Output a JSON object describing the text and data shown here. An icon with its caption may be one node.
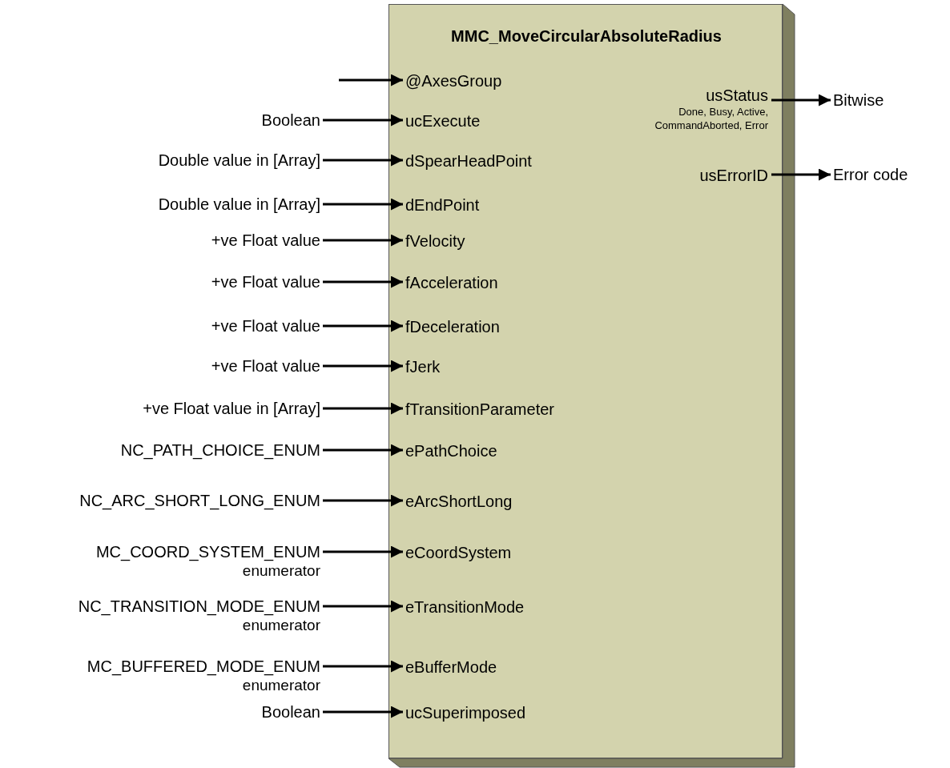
{
  "diagram": {
    "nodes": [
      {
        "text": [
          "MMC_MoveCircularAbsoluteRadius"
        ]
      },
      {
        "text": [
          "@AxesGroup"
        ],
        "in": 0
      },
      {
        "text": [
          "ucExecute"
        ],
        "in": 0
      },
      {
        "text": [
          "dSpearHeadPoint"
        ],
        "in": 0
      },
      {
        "text": [
          "dEndPoint"
        ],
        "in": 0
      },
      {
        "text": [
          "fVelocity"
        ],
        "in": 0
      },
      {
        "text": [
          "fAcceleration"
        ],
        "in": 0
      },
      {
        "text": [
          "fDeceleration"
        ],
        "in": 0
      },
      {
        "text": [
          "fJerk"
        ],
        "in": 0
      },
      {
        "text": [
          "fTransitionParameter"
        ],
        "in": 0
      },
      {
        "text": [
          "ePathChoice"
        ],
        "in": 0
      },
      {
        "text": [
          "eArcShortLong"
        ],
        "in": 0
      },
      {
        "text": [
          "eCoordSystem"
        ],
        "in": 0
      },
      {
        "text": [
          "eTransitionMode"
        ],
        "in": 0
      },
      {
        "text": [
          "eBufferMode"
        ],
        "in": 0
      },
      {
        "text": [
          "ucSuperimposed"
        ],
        "in": 0
      },
      {
        "text": [
          "usStatus",
          "Done, Busy, Active, CommandAborted, Error"
        ],
        "in": 0
      },
      {
        "text": [
          "usErrorID"
        ],
        "in": 0
      },
      {
        "text": [
          "Boolean"
        ]
      },
      {
        "text": [
          "Double value in [Array]"
        ]
      },
      {
        "text": [
          "Double value in [Array]"
        ]
      },
      {
        "text": [
          "+ve Float value"
        ]
      },
      {
        "text": [
          "+ve Float value"
        ]
      },
      {
        "text": [
          "+ve Float value"
        ]
      },
      {
        "text": [
          "+ve Float value"
        ]
      },
      {
        "text": [
          "+ve Float value in [Array]"
        ]
      },
      {
        "text": [
          "NC_PATH_CHOICE_ENUM"
        ]
      },
      {
        "text": [
          "NC_ARC_SHORT_LONG_ENUM"
        ]
      },
      {
        "text": [
          "MC_COORD_SYSTEM_ENUM",
          "enumerator"
        ]
      },
      {
        "text": [
          "NC_TRANSITION_MODE_ENUM",
          "enumerator"
        ]
      },
      {
        "text": [
          "MC_BUFFERED_MODE_ENUM",
          "enumerator"
        ]
      },
      {
        "text": [
          "Boolean"
        ]
      },
      {
        "text": [
          "Bitwise"
        ]
      },
      {
        "text": [
          "Error code"
        ]
      }
    ],
    "edges": [
      {
        "from": null,
        "to": 1,
        "arrow": "to"
      },
      {
        "from": 18,
        "to": 2,
        "arrow": "to"
      },
      {
        "from": 19,
        "to": 3,
        "arrow": "to"
      },
      {
        "from": 20,
        "to": 4,
        "arrow": "to"
      },
      {
        "from": 21,
        "to": 5,
        "arrow": "to"
      },
      {
        "from": 22,
        "to": 6,
        "arrow": "to"
      },
      {
        "from": 23,
        "to": 7,
        "arrow": "to"
      },
      {
        "from": 24,
        "to": 8,
        "arrow": "to"
      },
      {
        "from": 25,
        "to": 9,
        "arrow": "to"
      },
      {
        "from": 26,
        "to": 10,
        "arrow": "to"
      },
      {
        "from": 27,
        "to": 11,
        "arrow": "to"
      },
      {
        "from": 28,
        "to": 12,
        "arrow": "to"
      },
      {
        "from": 29,
        "to": 13,
        "arrow": "to"
      },
      {
        "from": 30,
        "to": 14,
        "arrow": "to"
      },
      {
        "from": 31,
        "to": 15,
        "arrow": "to"
      },
      {
        "from": 16,
        "to": 32,
        "arrow": "to"
      },
      {
        "from": 17,
        "to": 33,
        "arrow": "to"
      }
    ]
  }
}
